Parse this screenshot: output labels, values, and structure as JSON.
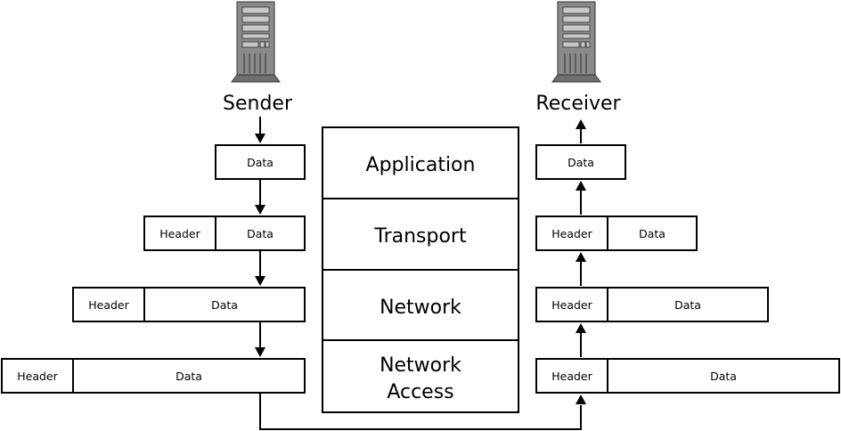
{
  "sender": {
    "label": "Sender",
    "icon": "server-icon"
  },
  "receiver": {
    "label": "Receiver",
    "icon": "server-icon"
  },
  "layers": {
    "application": "Application",
    "transport": "Transport",
    "network": "Network",
    "network_access": [
      "Network",
      "Access"
    ]
  },
  "packet": {
    "header": "Header",
    "data": "Data"
  },
  "colors": {
    "line": "#000000",
    "server_body": "#8a8a8a",
    "server_light": "#c8c8c8"
  }
}
